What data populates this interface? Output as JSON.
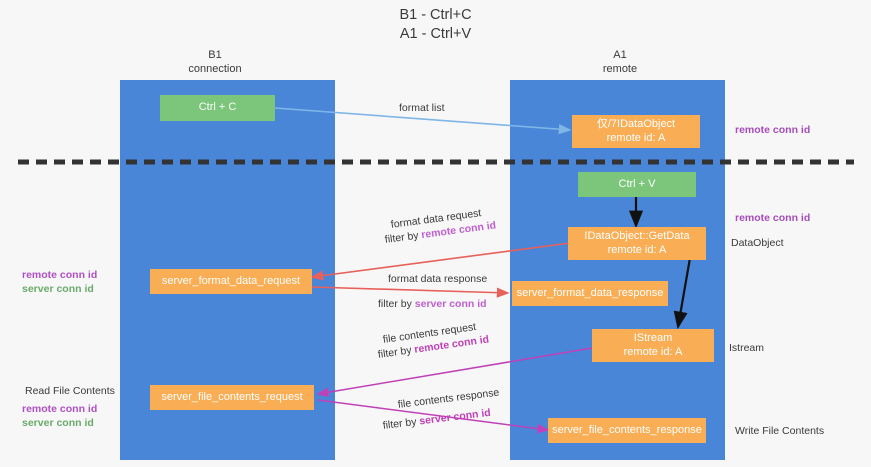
{
  "diagram": {
    "title": "B1 - Ctrl+C\nA1 - Ctrl+V",
    "lanes": [
      {
        "name": "left-lane",
        "header": "B1\nconnection"
      },
      {
        "name": "right-lane",
        "header": "A1\nremote"
      }
    ],
    "colors": {
      "lane": "#4a86d8",
      "green_node": "#7bc67b",
      "orange_node": "#f9ae55",
      "purple_text": "#a64dbb",
      "green_text": "#6aaa6a",
      "blue_arrow": "#7eb6e8",
      "red_arrow": "#e8605a",
      "magenta_arrow": "#c040b8",
      "black_arrow": "#000000",
      "divider": "#333333",
      "background": "#f7f7f7"
    },
    "nodes": [
      {
        "id": "ctrl-c",
        "label": "Ctrl + C",
        "color": "green"
      },
      {
        "id": "idataobject",
        "label": "仅/7IDataObject\nremote id: A",
        "color": "orange"
      },
      {
        "id": "ctrl-v",
        "label": "Ctrl + V",
        "color": "green"
      },
      {
        "id": "getdata",
        "label": "IDataObject::GetData\nremote id: A",
        "color": "orange"
      },
      {
        "id": "server-format-data-request",
        "label": "server_format_data_request",
        "color": "orange"
      },
      {
        "id": "server-format-data-response",
        "label": "server_format_data_response",
        "color": "orange"
      },
      {
        "id": "istream",
        "label": "IStream\nremote id: A",
        "color": "orange"
      },
      {
        "id": "server-file-contents-request",
        "label": "server_file_contents_request",
        "color": "orange"
      },
      {
        "id": "server-file-contents-response",
        "label": "server_file_contents_response",
        "color": "orange"
      }
    ],
    "edge_labels": {
      "format_list": "format list",
      "format_data_request": "format data request",
      "format_data_request_filter_prefix": "filter by ",
      "format_data_request_filter_value": "remote conn id",
      "format_data_response": "format data response",
      "format_data_response_filter_prefix": "filter by ",
      "format_data_response_filter_value": "server conn id",
      "file_contents_request": "file contents request",
      "file_contents_request_filter_prefix": "filter by ",
      "file_contents_request_filter_value": "remote conn id",
      "file_contents_response": "file contents response",
      "file_contents_response_filter_prefix": "filter by ",
      "file_contents_response_filter_value": "server conn id"
    },
    "annotations": {
      "right_remote_conn_id_top": "remote conn id",
      "right_remote_conn_id_mid": "remote conn id",
      "right_dataobject": "DataObject",
      "right_istream": "Istream",
      "right_write_file_contents": "Write File Contents",
      "left_conn_ids_mid_purple": "remote conn id",
      "left_conn_ids_mid_green": "server conn id",
      "left_read_file_contents": "Read File Contents",
      "left_conn_ids_bottom_purple": "remote conn id",
      "left_conn_ids_bottom_green": "server conn id"
    }
  }
}
